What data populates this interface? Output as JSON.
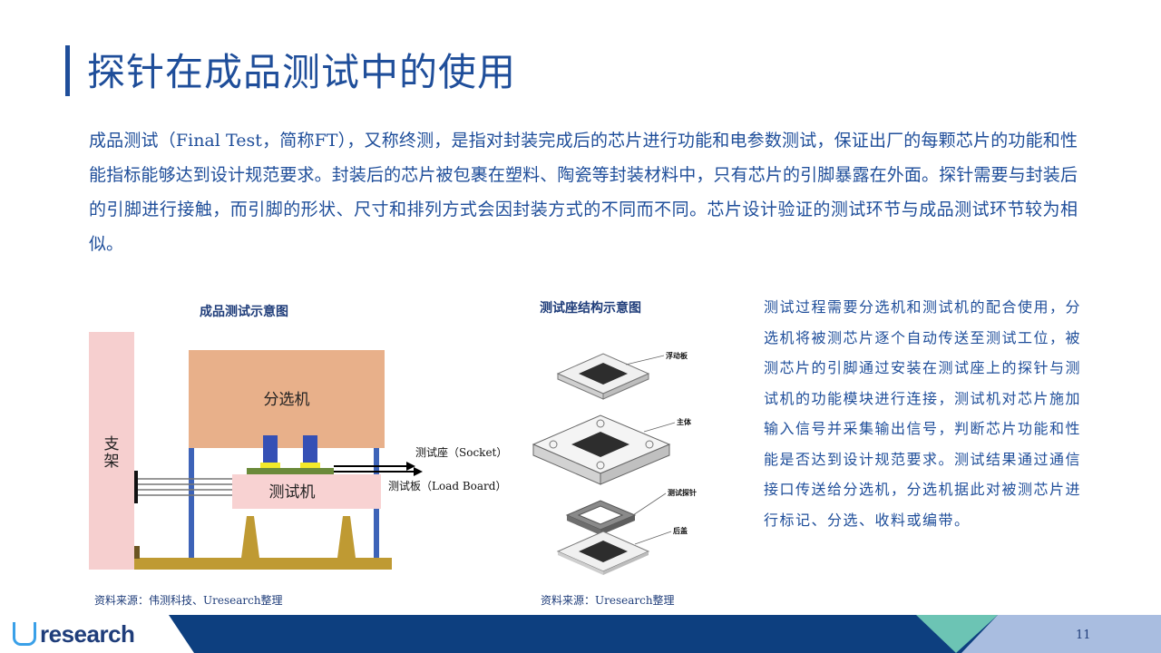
{
  "title": "探针在成品测试中的使用",
  "intro": "成品测试（Final Test，简称FT），又称终测，是指对封装完成后的芯片进行功能和电参数测试，保证出厂的每颗芯片的功能和性能指标能够达到设计规范要求。封装后的芯片被包裹在塑料、陶瓷等封装材料中，只有芯片的引脚暴露在外面。探针需要与封装后的引脚进行接触，而引脚的形状、尺寸和排列方式会因封装方式的不同而不同。芯片设计验证的测试环节与成品测试环节较为相似。",
  "figure1": {
    "title": "成品测试示意图",
    "stand_label": "支架",
    "handler_label": "分选机",
    "tester_label": "测试机",
    "socket_label": "测试座（Socket）",
    "loadboard_label": "测试板（Load Board）",
    "source": "资料来源：伟测科技、Uresearch整理"
  },
  "figure2": {
    "title": "测试座结构示意图",
    "labels": [
      "浮动板",
      "主体",
      "测试探针",
      "后盖"
    ],
    "source": "资料来源：Uresearch整理"
  },
  "side_text": "测试过程需要分选机和测试机的配合使用，分选机将被测芯片逐个自动传送至测试工位，被测芯片的引脚通过安装在测试座上的探针与测试机的功能模块进行连接，测试机对芯片施加输入信号并采集输出信号，判断芯片功能和性能是否达到设计规范要求。测试结果通过通信接口传送给分选机，分选机据此对被测芯片进行标记、分选、收料或编带。",
  "footer": {
    "logo_text": "research",
    "page_number": "11"
  },
  "colors": {
    "title": "#1f4e9a",
    "footer_navy": "#0d3f7f",
    "footer_teal": "#6cc4b4",
    "footer_light": "#a9bde0",
    "handler": "#e8b08a",
    "stand": "#f6cfcf",
    "tester": "#f8d2d2",
    "legs": "#3d63b8",
    "base": "#bf9a33"
  }
}
